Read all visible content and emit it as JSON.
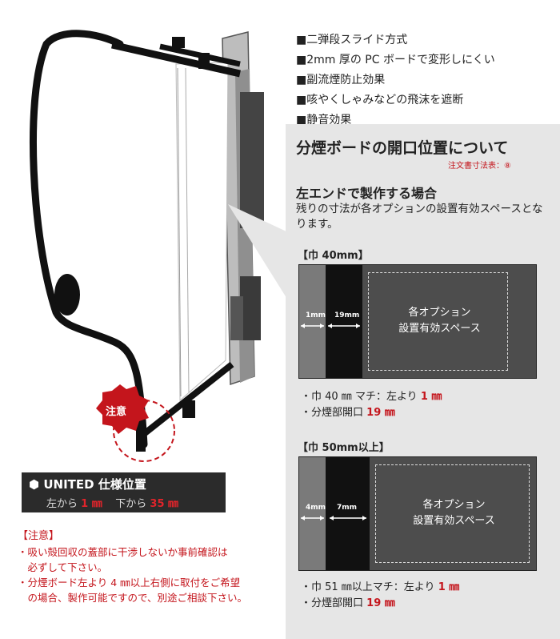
{
  "features": [
    "■二弾段スライド方式",
    "■2mm 厚の PC ボードで変形しにくい",
    "■副流煙防止効果",
    "■咳やくしゃみなどの飛沫を遮断",
    "■静音効果"
  ],
  "panel": {
    "title": "分煙ボードの開口位置について",
    "note": "注文書寸法表：⑧",
    "case_title": "左エンドで製作する場合",
    "case_desc": "残りの寸法が各オプションの設置有効スペースとなります。"
  },
  "section40": {
    "label": "【巾 40mm】",
    "dim1": "1mm",
    "dim2": "19mm",
    "space_line1": "各オプション",
    "space_line2": "設置有効スペース",
    "bullet1_text": "・巾 40 ㎜ マチ：左より",
    "bullet1_val": "1 ㎜",
    "bullet2_text": "・分煙部開口",
    "bullet2_val": "19 ㎜"
  },
  "section50": {
    "label": "【巾 50mm以上】",
    "dim1": "4mm",
    "dim2": "7mm",
    "space_line1": "各オプション",
    "space_line2": "設置有効スペース",
    "bullet1_text": "・巾 51 ㎜以上マチ：左より",
    "bullet1_val": "1 ㎜",
    "bullet2_text": "・分煙部開口",
    "bullet2_val": "19 ㎜"
  },
  "illustration": {
    "badge": "注意"
  },
  "spec": {
    "brand": "UNITED",
    "title": "仕様位置",
    "left_label": "左から",
    "left_val": "1 ㎜",
    "bottom_label": "下から",
    "bottom_val": "35 ㎜"
  },
  "warnings": {
    "head": "【注意】",
    "items": [
      "・吸い殻回収の蓋部に干渉しないか事前確認は",
      "　必ずして下さい。",
      "・分煙ボード左より 4 ㎜以上右側に取付をご希望",
      "　の場合、製作可能ですので、別途ご相談下さい。"
    ]
  },
  "colors": {
    "accent_red": "#c4151c",
    "panel_gray": "#e6e6e6",
    "diagram_dark": "#4d4d4d"
  }
}
